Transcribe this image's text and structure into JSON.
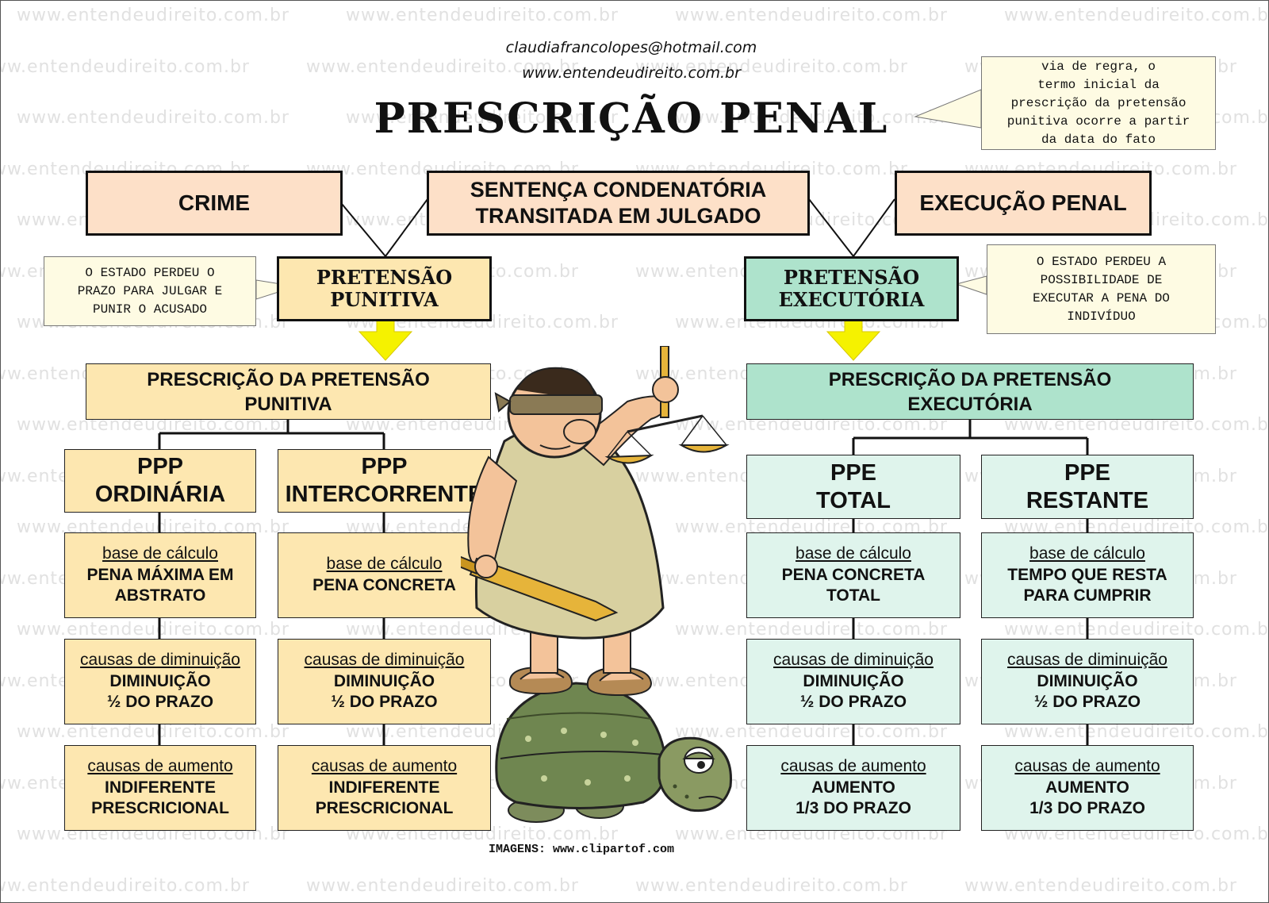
{
  "header": {
    "email": "claudiafrancolopes@hotmail.com",
    "site": "www.entendeudireito.com.br",
    "title": "PRESCRIÇÃO PENAL"
  },
  "watermark": "www.entendeudireito.com.br",
  "top_boxes": {
    "crime": "CRIME",
    "sentenca": [
      "SENTENÇA CONDENATÓRIA",
      "TRANSITADA EM JULGADO"
    ],
    "execucao": "EXECUÇÃO PENAL"
  },
  "callouts": {
    "termo_inicial": [
      "via de regra, o",
      "termo inicial da",
      "prescrição da pretensão",
      "punitiva ocorre a partir",
      "da data do fato"
    ],
    "estado_julgar": [
      "O ESTADO PERDEU O",
      "PRAZO PARA JULGAR E",
      "PUNIR O ACUSADO"
    ],
    "estado_executar": [
      "O ESTADO PERDEU A",
      "POSSIBILIDADE DE",
      "EXECUTAR A PENA DO",
      "INDIVÍDUO"
    ]
  },
  "pretensao": {
    "punitiva": [
      "PRETENSÃO",
      "PUNITIVA"
    ],
    "executoria": [
      "PRETENSÃO",
      "EXECUTÓRIA"
    ]
  },
  "left": {
    "heading": [
      "PRESCRIÇÃO DA PRETENSÃO",
      "PUNITIVA"
    ],
    "columns": [
      {
        "title": [
          "PPP",
          "ORDINÁRIA"
        ],
        "base": {
          "label": "base de cálculo",
          "value": [
            "PENA MÁXIMA EM",
            "ABSTRATO"
          ]
        },
        "diminuicao": {
          "label": "causas de diminuição",
          "value": [
            "DIMINUIÇÃO",
            "½ DO PRAZO"
          ]
        },
        "aumento": {
          "label": "causas de aumento",
          "value": [
            "INDIFERENTE",
            "PRESCRICIONAL"
          ]
        }
      },
      {
        "title": [
          "PPP",
          "INTERCORRENTE"
        ],
        "base": {
          "label": "base de cálculo",
          "value": [
            "PENA CONCRETA"
          ]
        },
        "diminuicao": {
          "label": "causas de diminuição",
          "value": [
            "DIMINUIÇÃO",
            "½ DO PRAZO"
          ]
        },
        "aumento": {
          "label": "causas de aumento",
          "value": [
            "INDIFERENTE",
            "PRESCRICIONAL"
          ]
        }
      }
    ]
  },
  "right": {
    "heading": [
      "PRESCRIÇÃO DA PRETENSÃO",
      "EXECUTÓRIA"
    ],
    "columns": [
      {
        "title": [
          "PPE",
          "TOTAL"
        ],
        "base": {
          "label": "base de cálculo",
          "value": [
            "PENA CONCRETA",
            "TOTAL"
          ]
        },
        "diminuicao": {
          "label": "causas de diminuição",
          "value": [
            "DIMINUIÇÃO",
            "½ DO PRAZO"
          ]
        },
        "aumento": {
          "label": "causas de aumento",
          "value": [
            "AUMENTO",
            "1/3 DO PRAZO"
          ]
        }
      },
      {
        "title": [
          "PPE",
          "RESTANTE"
        ],
        "base": {
          "label": "base de cálculo",
          "value": [
            "TEMPO QUE RESTA",
            "PARA CUMPRIR"
          ]
        },
        "diminuicao": {
          "label": "causas de diminuição",
          "value": [
            "DIMINUIÇÃO",
            "½ DO PRAZO"
          ]
        },
        "aumento": {
          "label": "causas de aumento",
          "value": [
            "AUMENTO",
            "1/3 DO PRAZO"
          ]
        }
      }
    ]
  },
  "credit": "IMAGENS: www.clipartof.com",
  "colors": {
    "peach": "#fde0c8",
    "yellow": "#fde7b0",
    "green": "#aee3cc",
    "mint": "#dff4ec",
    "arrow": "#f5f200",
    "note": "#fefbe3"
  }
}
